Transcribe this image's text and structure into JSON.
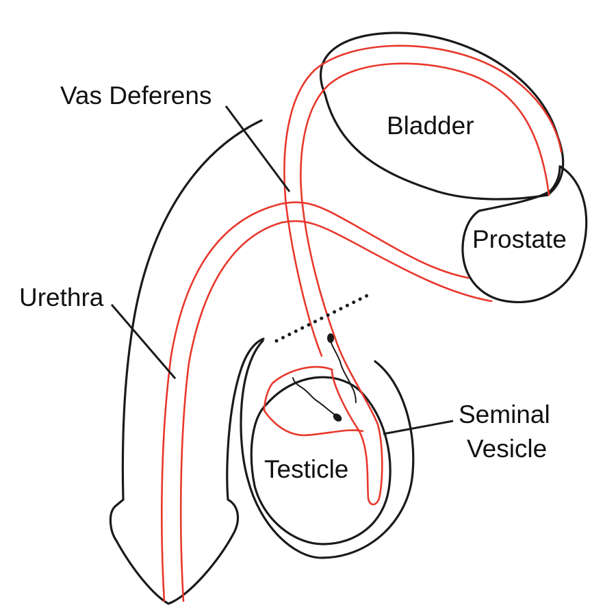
{
  "labels": {
    "vas_deferens": "Vas Deferens",
    "bladder": "Bladder",
    "prostate": "Prostate",
    "urethra": "Urethra",
    "seminal_vesicle_line1": "Seminal",
    "seminal_vesicle_line2": "Vesicle",
    "testicle": "Testicle"
  },
  "colors": {
    "outline": "#1a1a1a",
    "duct": "#e8372c",
    "text": "#111111",
    "background": "#ffffff"
  }
}
